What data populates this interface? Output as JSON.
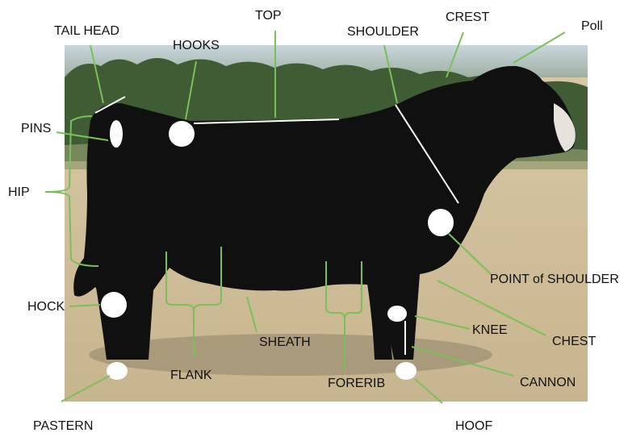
{
  "colors": {
    "leader": "#7bbf5a",
    "marker": "#ffffff",
    "animal": "#101010",
    "sky": "#b9c7d2",
    "trees": "#3d5a33",
    "field": "#cdbb9a",
    "label_text": "#111111"
  },
  "labels": {
    "tail_head": "TAIL HEAD",
    "hooks": "HOOKS",
    "top": "TOP",
    "shoulder": "SHOULDER",
    "crest": "CREST",
    "poll": "Poll",
    "pins": "PINS",
    "hip": "HIP",
    "point_of_shoulder": "POINT of SHOULDER",
    "hock": "HOCK",
    "knee": "KNEE",
    "chest": "CHEST",
    "sheath": "SHEATH",
    "flank": "FLANK",
    "forerib": "FORERIB",
    "cannon": "CANNON",
    "pastern": "PASTERN",
    "hoof": "HOOF"
  }
}
